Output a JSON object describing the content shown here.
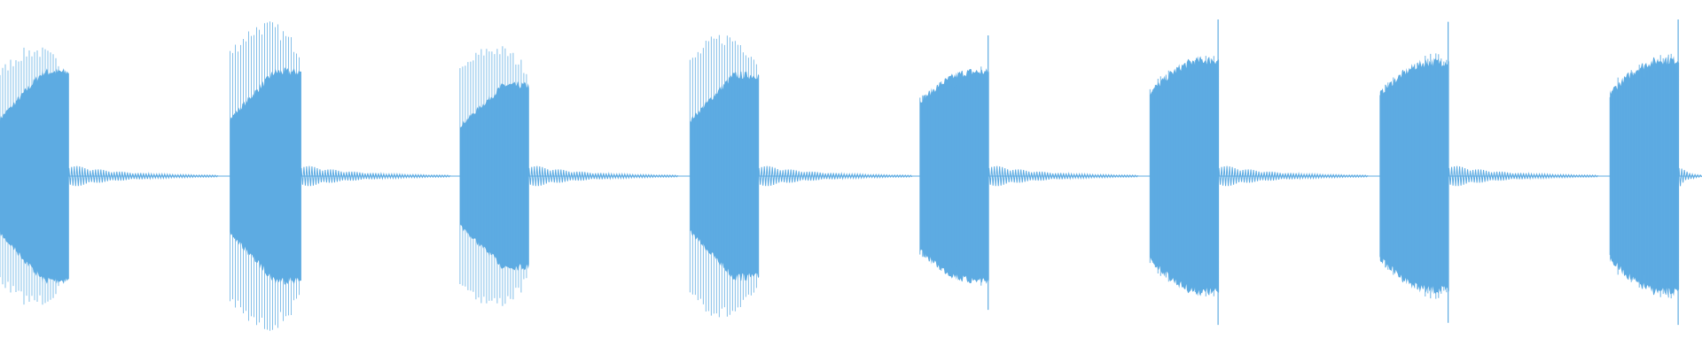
{
  "waveform": {
    "color": "#5dabe2",
    "background": "#ffffff",
    "burst_count": 8,
    "bursts": [
      {
        "index": 1,
        "start_s": 0.0,
        "loud_end_s": 0.3,
        "tail_end_s": 0.95,
        "peak_amplitude": 0.78,
        "core_amplitude": 0.62,
        "spiky": true
      },
      {
        "index": 2,
        "start_s": 1.0,
        "loud_end_s": 1.31,
        "tail_end_s": 1.96,
        "peak_amplitude": 0.93,
        "core_amplitude": 0.62,
        "spiky": true
      },
      {
        "index": 3,
        "start_s": 2.0,
        "loud_end_s": 2.3,
        "tail_end_s": 2.95,
        "peak_amplitude": 0.79,
        "core_amplitude": 0.54,
        "spiky": true
      },
      {
        "index": 4,
        "start_s": 3.0,
        "loud_end_s": 3.3,
        "tail_end_s": 3.97,
        "peak_amplitude": 0.86,
        "core_amplitude": 0.6,
        "spiky": true
      },
      {
        "index": 5,
        "start_s": 4.0,
        "loud_end_s": 4.3,
        "tail_end_s": 4.95,
        "peak_amplitude": 0.62,
        "core_amplitude": 0.62,
        "spiky": false
      },
      {
        "index": 6,
        "start_s": 5.0,
        "loud_end_s": 5.3,
        "tail_end_s": 5.95,
        "peak_amplitude": 0.69,
        "core_amplitude": 0.69,
        "spiky": false
      },
      {
        "index": 7,
        "start_s": 6.0,
        "loud_end_s": 6.3,
        "tail_end_s": 6.95,
        "peak_amplitude": 0.68,
        "core_amplitude": 0.68,
        "spiky": false
      },
      {
        "index": 8,
        "start_s": 7.0,
        "loud_end_s": 7.3,
        "tail_end_s": 7.4,
        "peak_amplitude": 0.69,
        "core_amplitude": 0.69,
        "spiky": false
      }
    ],
    "visible_duration_s": 7.4
  }
}
